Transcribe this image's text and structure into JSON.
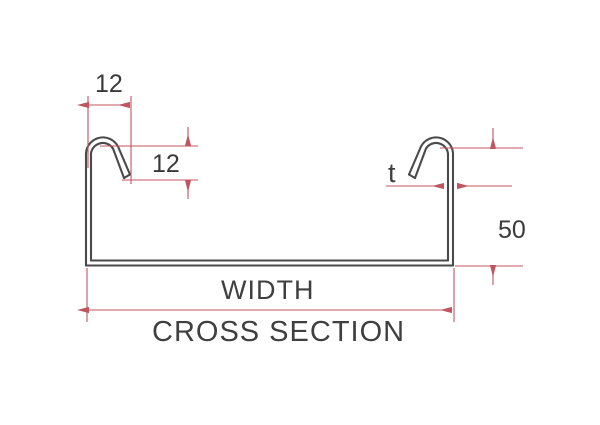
{
  "drawing": {
    "title": "CROSS SECTION",
    "width_label": "WIDTH",
    "thickness_label": "t",
    "dimensions": {
      "hook_horizontal": "12",
      "hook_vertical": "12",
      "web_height": "50"
    },
    "colors": {
      "dimension_line": "#c0555f",
      "profile_outline": "#4a4a4a",
      "text": "#3f3f3f",
      "background": "#ffffff"
    },
    "icons": {
      "arrow": "arrow-head",
      "profile": "channel-profile"
    }
  }
}
